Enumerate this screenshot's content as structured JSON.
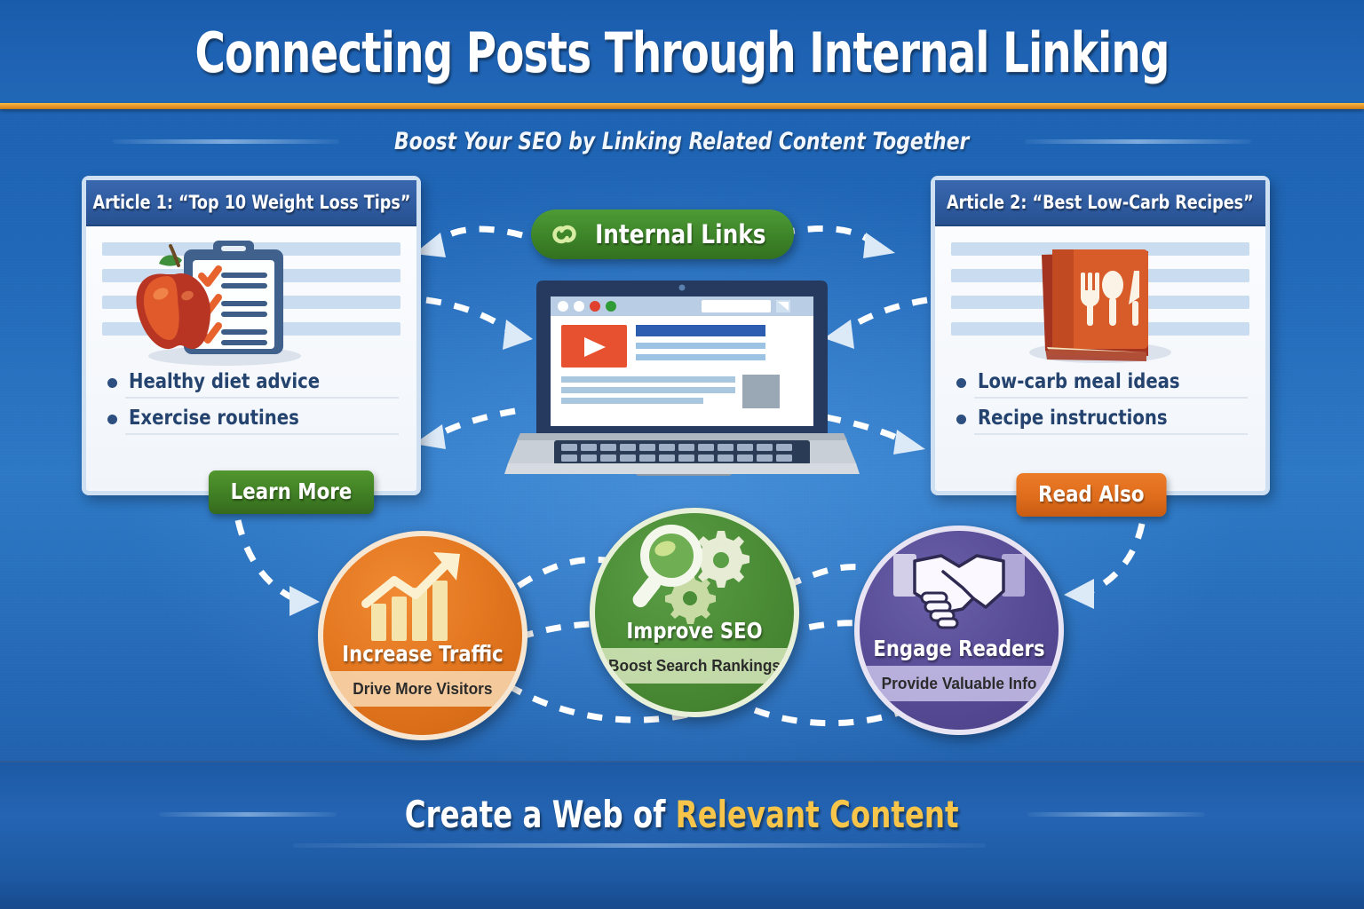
{
  "header": {
    "title": "Connecting Posts Through Internal Linking",
    "subtitle": "Boost Your SEO by Linking Related Content Together",
    "accent_gold": "#e8972a",
    "background_blue": "#2168b8"
  },
  "center": {
    "badge_label": "Internal Links",
    "badge_icon": "chain-link-icon",
    "badge_color": "#3d8429",
    "laptop_icon": "laptop-browser-illustration"
  },
  "articles": [
    {
      "header": "Article 1: “Top 10 Weight Loss Tips”",
      "icon": "apple-clipboard-icon",
      "bullets": [
        "Healthy diet advice",
        "Exercise routines"
      ],
      "button_label": "Learn More",
      "button_color": "#3f7d24"
    },
    {
      "header": "Article 2: “Best Low-Carb Recipes”",
      "icon": "recipe-book-icon",
      "bullets": [
        "Low-carb meal ideas",
        "Recipe instructions"
      ],
      "button_label": "Read Also",
      "button_color": "#dd6b1b"
    }
  ],
  "benefits": [
    {
      "title": "Increase Traffic",
      "caption": "Drive More Visitors",
      "icon": "growth-bar-chart-icon",
      "color": "#e2761f"
    },
    {
      "title": "Improve SEO",
      "caption": "Boost Search Rankings",
      "icon": "magnifier-gears-icon",
      "color": "#4b8c36"
    },
    {
      "title": "Engage Readers",
      "caption": "Provide Valuable Info",
      "icon": "handshake-icon",
      "color": "#584c97"
    }
  ],
  "footer": {
    "text_white": "Create a Web of ",
    "text_gold": "Relevant Content",
    "gold_color": "#f6c54a"
  }
}
